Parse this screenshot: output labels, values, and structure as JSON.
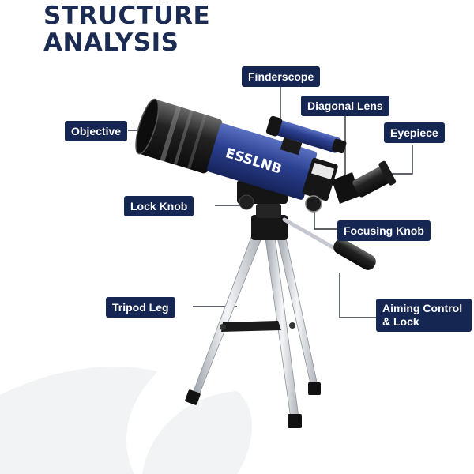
{
  "header": {
    "line1": "STRUCTURE",
    "line2": "ANALYSIS"
  },
  "brand": "ESSLNB",
  "labels": {
    "finderscope": "Finderscope",
    "diagonal_lens": "Diagonal Lens",
    "objective": "Objective",
    "eyepiece": "Eyepiece",
    "lock_knob": "Lock Knob",
    "focusing_knob": "Focusing Knob",
    "tripod_leg": "Tripod Leg",
    "aiming_control": "Aiming Control & Lock"
  },
  "colors": {
    "label_bg": "#152653",
    "title": "#1c2b52",
    "tube": "#2b3f8f",
    "metal": "#c9ccd1"
  }
}
